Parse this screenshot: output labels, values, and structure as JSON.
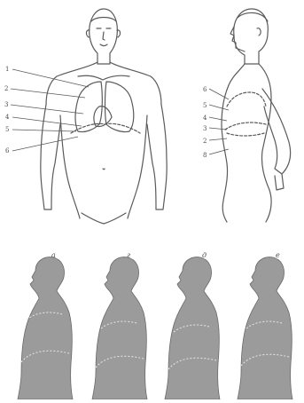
{
  "front_view": {
    "labels": [
      "1",
      "2",
      "3",
      "4",
      "5",
      "6"
    ]
  },
  "side_view": {
    "labels": [
      "6",
      "5",
      "4",
      "3",
      "2",
      "8"
    ]
  },
  "silhouettes": {
    "labels": [
      "а",
      "г",
      "д",
      "е"
    ]
  },
  "colors": {
    "line": "#5a5a5a",
    "fill": "#9b9b9b",
    "paper": "#ffffff"
  }
}
